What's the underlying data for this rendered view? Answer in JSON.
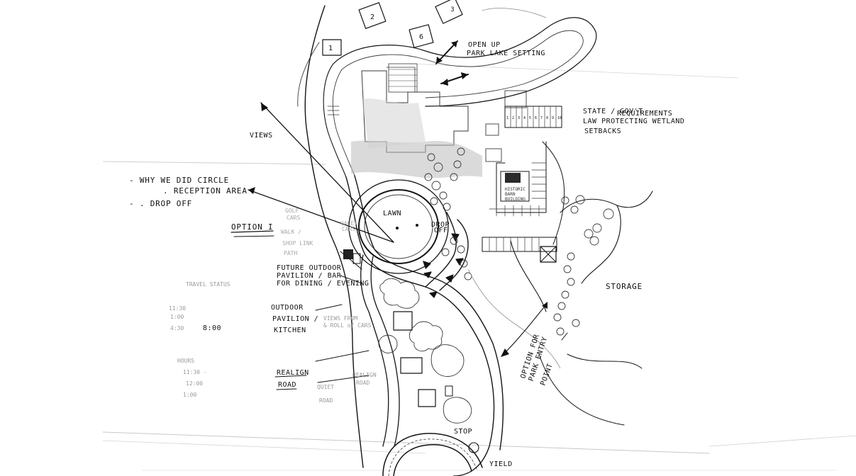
{
  "site_plan": {
    "lots": [
      "2",
      "3",
      "6",
      "1"
    ],
    "notes": {
      "open_up_1": "OPEN UP",
      "open_up_2": "PARK LAKE SETTING",
      "views": "VIEWS",
      "why_circle_1": "- WHY WE DID CIRCLE",
      "why_circle_2": ". RECEPTION AREA",
      "drop_off": "- . DROP OFF",
      "option": "OPTION I",
      "state_1": "STATE / GOV'T",
      "state_2": "REQUIREMENTS",
      "state_3": "LAW PROTECTING WETLAND",
      "state_4": "SETBACKS",
      "storage": "STORAGE",
      "lawn": "LAWN",
      "drop_off_small_1": "DROP",
      "drop_off_small_2": "OFF",
      "future_1": "FUTURE OUTDOOR",
      "future_2": "PAVILION / BAR",
      "future_3": "FOR DINING / EVENING",
      "outdoor_1": "OUTDOOR",
      "outdoor_2": "PAVILION /",
      "outdoor_3": "KITCHEN",
      "views_from_1": "VIEWS FROM",
      "views_from_2": "& ROLL of CARS",
      "realign_1": "REALIGN",
      "realign_2": "ROAD",
      "realign_small_1": "REALIGN",
      "realign_small_2": "ROAD",
      "quiet_1": "QUIET",
      "quiet_2": "ROAD",
      "option_park_1": "OPTION FOR",
      "option_park_2": "PARK ENTRY",
      "point": "POINT",
      "stop": "STOP",
      "yield": "YIELD",
      "historic_1": "HISTORIC",
      "historic_2": "BARN",
      "historic_3": "BUILDING",
      "walk_1": "WALK /",
      "walk_2": "SHOP LINK",
      "walk_3": "PATH",
      "golf_carts_1": "GOLF",
      "golf_carts_2": "CARS",
      "valet_1": "VALET",
      "valet_2": "CARS",
      "faint_time": "8:00",
      "faint_1": "TRAVEL   STATUS",
      "faint_2": "11:30",
      "faint_3": "1:00",
      "faint_4": "4:30",
      "faint_5": "HOURS",
      "faint_6": "11:30 -",
      "faint_7": "12:00",
      "faint_8": "1:00"
    },
    "parking_numbers": [
      "1",
      "2",
      "3",
      "4",
      "5",
      "6",
      "7",
      "8",
      "9",
      "10"
    ]
  }
}
